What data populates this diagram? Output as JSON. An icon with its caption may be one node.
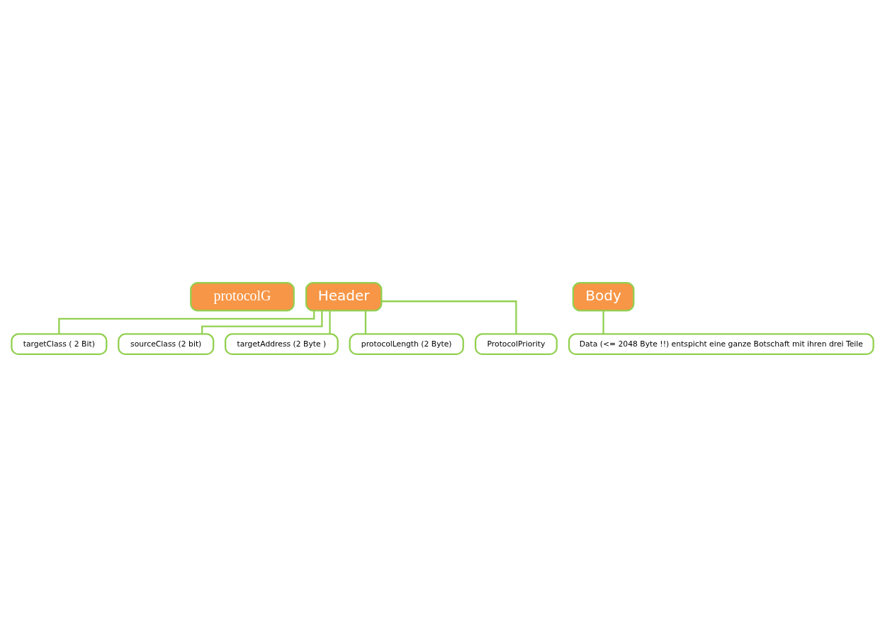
{
  "diagram": {
    "nodes": [
      {
        "text": [
          "protocolG"
        ]
      },
      {
        "text": [
          "Header"
        ]
      },
      {
        "text": [
          "Body"
        ]
      },
      {
        "text": [
          "targetClass ( 2 Bit)"
        ]
      },
      {
        "text": [
          "sourceClass (2 bit)"
        ]
      },
      {
        "text": [
          "targetAddress (2 Byte )"
        ]
      },
      {
        "text": [
          "protocolLength (2 Byte)"
        ]
      },
      {
        "text": [
          "ProtocolPriority"
        ]
      },
      {
        "text": [
          "Data (<= 2048 Byte !!) entspicht eine ganze Botschaft mit ihren drei Teile"
        ]
      }
    ],
    "edges": [
      {
        "from": 1,
        "to": 3,
        "arrow": "none"
      },
      {
        "from": 1,
        "to": 4,
        "arrow": "none"
      },
      {
        "from": 1,
        "to": 5,
        "arrow": "none"
      },
      {
        "from": 1,
        "to": 6,
        "arrow": "none"
      },
      {
        "from": 1,
        "to": 7,
        "arrow": "none"
      },
      {
        "from": 2,
        "to": 8,
        "arrow": "none"
      }
    ]
  }
}
